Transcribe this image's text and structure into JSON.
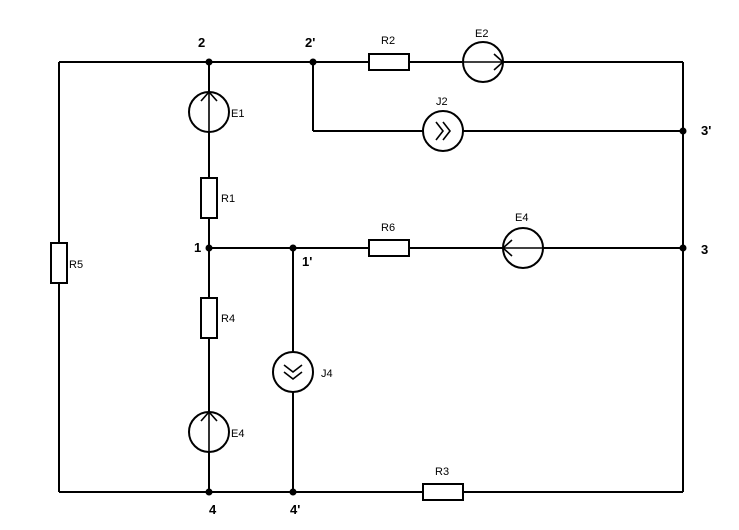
{
  "nodes": {
    "n1": "1",
    "n1p": "1'",
    "n2": "2",
    "n2p": "2'",
    "n3": "3",
    "n3p": "3'",
    "n4": "4",
    "n4p": "4'"
  },
  "components": {
    "R1": "R1",
    "R2": "R2",
    "R3": "R3",
    "R4": "R4",
    "R5": "R5",
    "R6": "R6",
    "E1": "E1",
    "E2": "E2",
    "E4_top": "E4",
    "E4_left": "E4",
    "J2": "J2",
    "J4": "J4"
  },
  "colors": {
    "line": "#000000",
    "background": "#ffffff"
  }
}
